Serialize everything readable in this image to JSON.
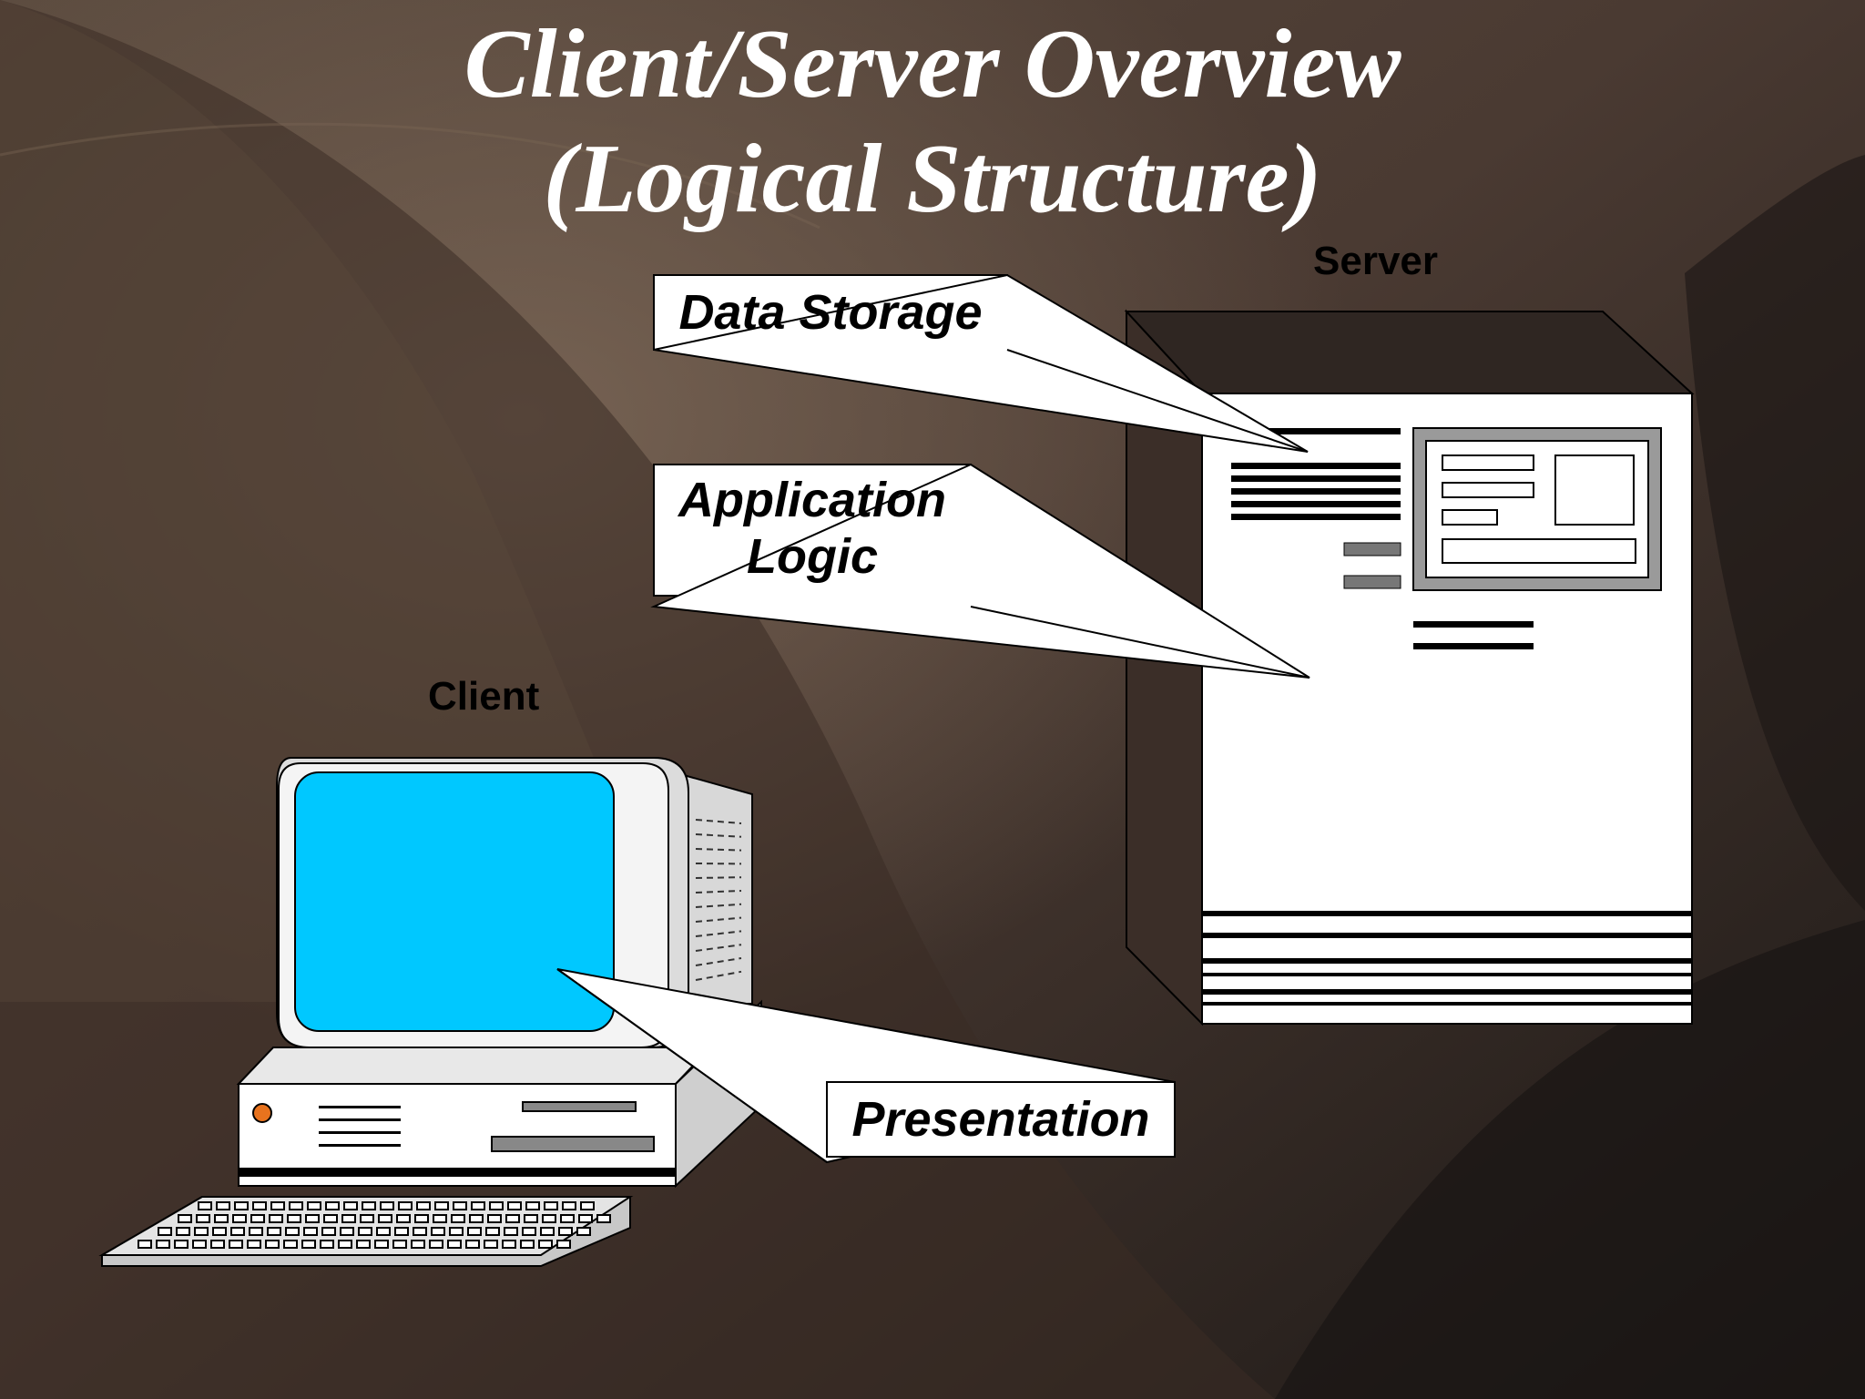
{
  "slide": {
    "title_line1": "Client/Server Overview",
    "title_line2": "(Logical Structure)"
  },
  "nodes": {
    "server": "Server",
    "client": "Client"
  },
  "callouts": {
    "data_storage": "Data Storage",
    "application_logic_line1": "Application",
    "application_logic_line2": "Logic",
    "presentation": "Presentation"
  },
  "colors": {
    "monitor_screen": "#00c8ff",
    "power_led": "#e8731e",
    "background_dark": "#1e1a18",
    "background_warm": "#6e5c4c"
  },
  "icons": [
    "server-icon",
    "desktop-computer-icon",
    "keyboard-icon"
  ]
}
